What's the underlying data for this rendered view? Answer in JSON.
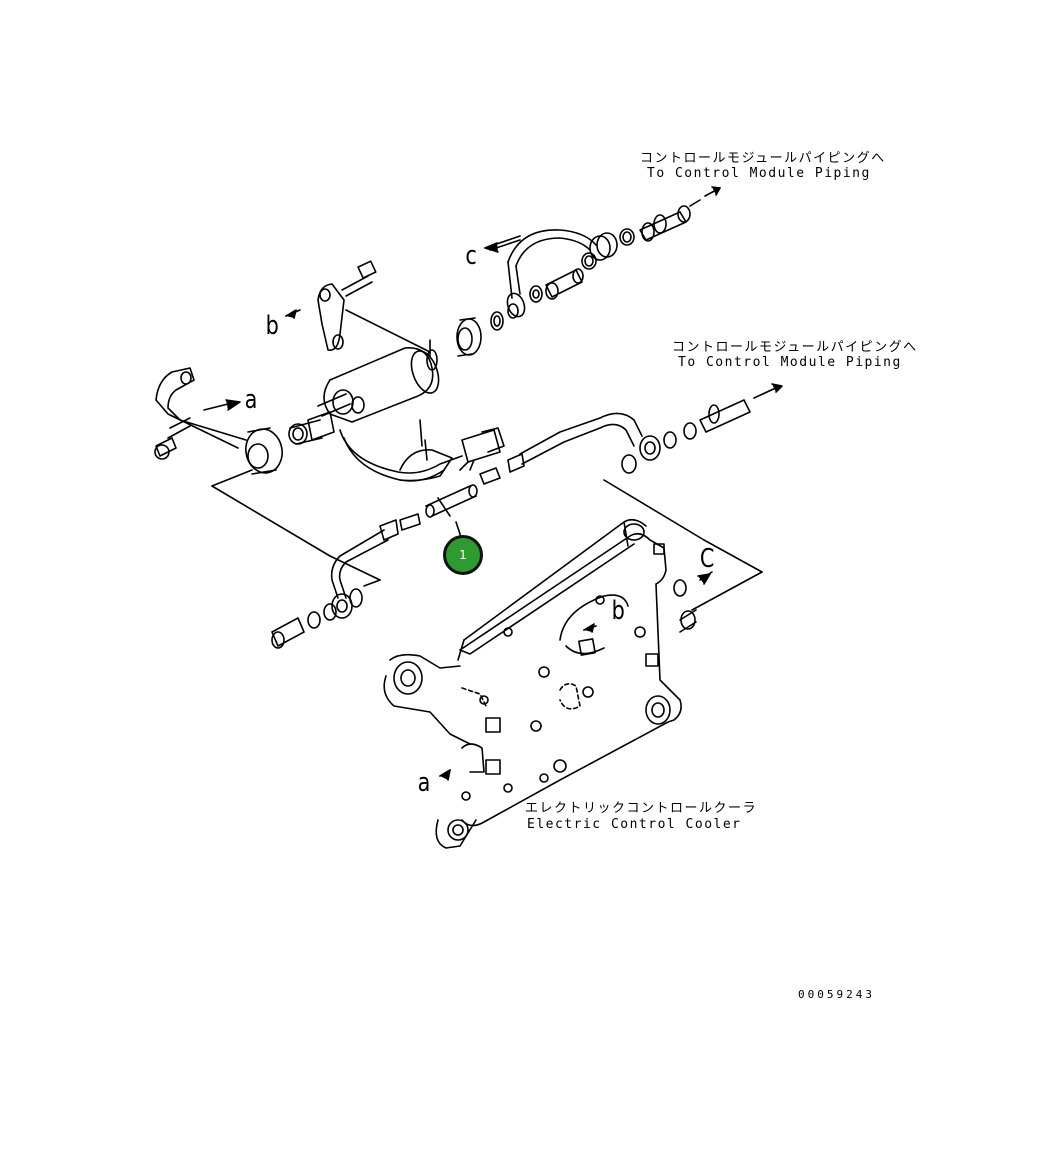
{
  "labels": {
    "control_module_piping_top": {
      "jp": "コントロールモジュールパイピングへ",
      "en": "To Control Module Piping"
    },
    "control_module_piping_mid": {
      "jp": "コントロールモジュールパイピングへ",
      "en": "To Control Module Piping"
    },
    "cooler": {
      "jp": "エレクトリックコントロールクーラ",
      "en": "Electric Control Cooler"
    }
  },
  "refs": {
    "a": "a",
    "b": "b",
    "c": "c",
    "C": "C"
  },
  "callout": {
    "number": "1",
    "color": "#2f9a2f"
  },
  "drawing_number": "00059243"
}
